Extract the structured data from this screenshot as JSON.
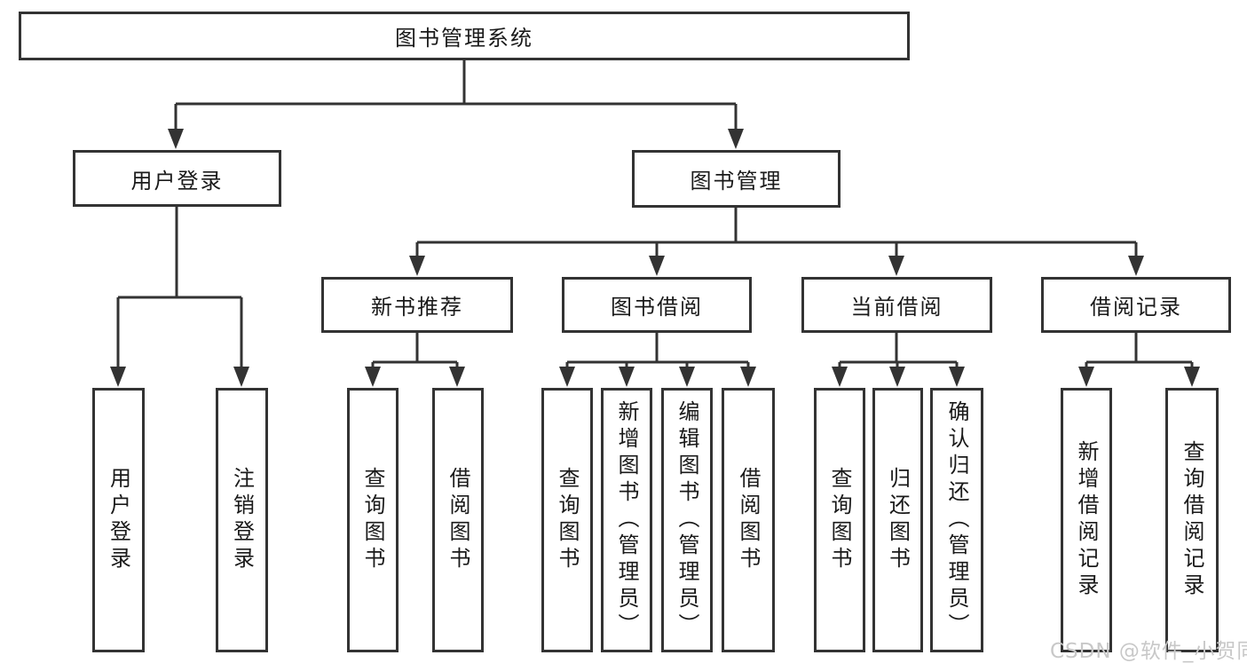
{
  "tree": {
    "root_label": "图书管理系统",
    "user_login": {
      "label": "用户登录",
      "children": [
        "用户登录",
        "注销登录"
      ]
    },
    "book_mgmt": {
      "label": "图书管理",
      "sections": [
        {
          "label": "新书推荐",
          "children": [
            "查询图书",
            "借阅图书"
          ]
        },
        {
          "label": "图书借阅",
          "children": [
            "查询图书",
            "新增图书（管理员）",
            "编辑图书（管理员）",
            "借阅图书"
          ]
        },
        {
          "label": "当前借阅",
          "children": [
            "查询图书",
            "归还图书",
            "确认归还（管理员）"
          ]
        },
        {
          "label": "借阅记录",
          "children": [
            "新增借阅记录",
            "查询借阅记录"
          ]
        }
      ]
    }
  },
  "watermark": {
    "text": "CSDN @软件_小贺同学"
  },
  "colors": {
    "line": "#333333",
    "text": "#1a1a1a",
    "box_fill": "#ffffff",
    "background": "#ffffff",
    "watermark": "#c8c8c8"
  }
}
